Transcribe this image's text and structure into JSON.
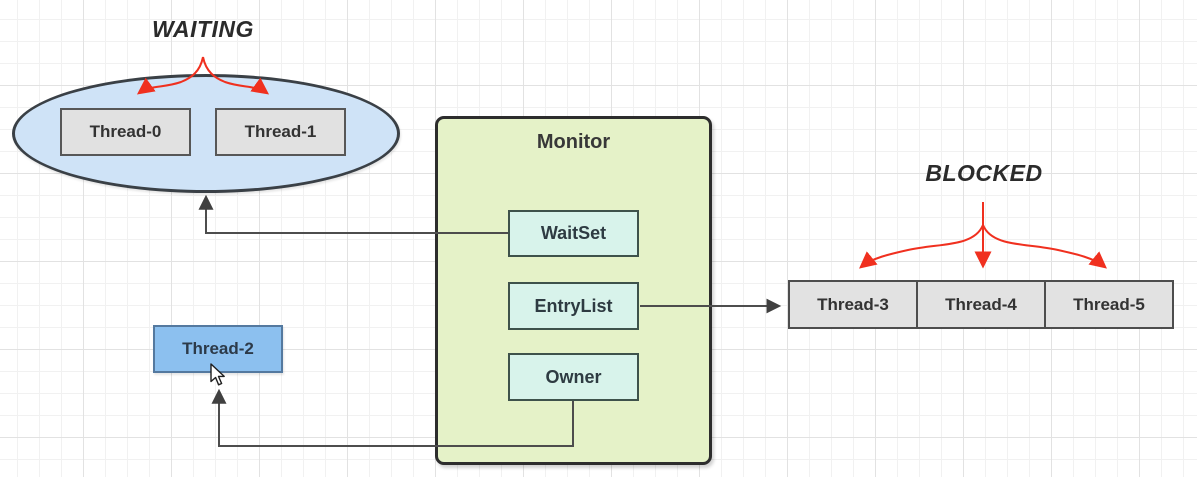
{
  "diagram": {
    "title_hint": "Java object monitor: WAITING / BLOCKED thread states",
    "waiting": {
      "label": "WAITING",
      "threads": [
        "Thread-0",
        "Thread-1"
      ]
    },
    "blocked": {
      "label": "BLOCKED",
      "threads": [
        "Thread-3",
        "Thread-4",
        "Thread-5"
      ]
    },
    "monitor": {
      "title": "Monitor",
      "slots": [
        {
          "label": "WaitSet"
        },
        {
          "label": "EntryList"
        },
        {
          "label": "Owner"
        }
      ]
    },
    "owner_thread": "Thread-2",
    "connections": [
      "WaitSet -> waiting ellipse",
      "EntryList -> blocked thread row",
      "Owner -> Thread-2"
    ],
    "colors": {
      "ellipse_fill": "#cfe3f7",
      "monitor_fill": "#e5f2c8",
      "slot_fill": "#d8f3eb",
      "thread_gray_fill": "#e1e1e1",
      "thread2_fill": "#8cc0ef",
      "arrow_red": "#f0301f",
      "connector_dark": "#4d4d4d",
      "grid_line": "#f1f1f1"
    }
  }
}
